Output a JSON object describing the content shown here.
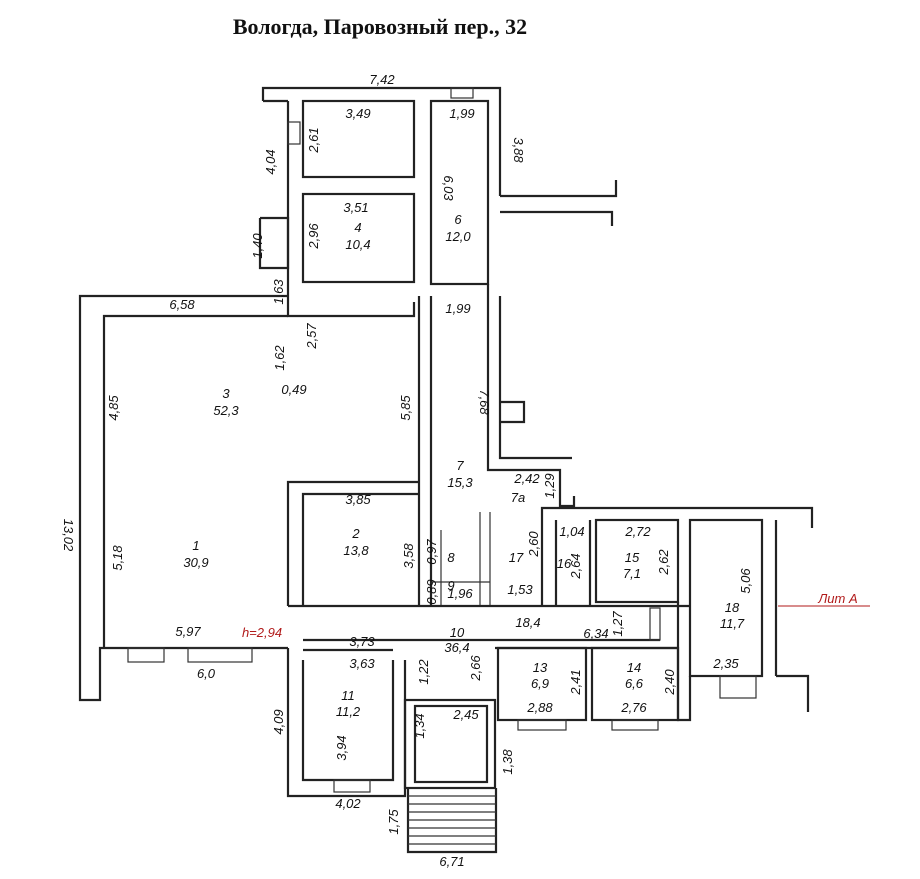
{
  "title": "Вологда, Паровозный пер., 32",
  "colors": {
    "lines": "#222222",
    "background": "#ffffff",
    "annotation": "#b11a1a"
  },
  "annotation": "Лит А",
  "height_note": "h=2,94",
  "rooms": [
    {
      "id": "1",
      "area": "30,9"
    },
    {
      "id": "2",
      "area": "13,8"
    },
    {
      "id": "3",
      "area": "52,3"
    },
    {
      "id": "4",
      "area": "10,4"
    },
    {
      "id": "6",
      "area": "12,0"
    },
    {
      "id": "7",
      "area": "15,3"
    },
    {
      "id": "7a",
      "area": ""
    },
    {
      "id": "8",
      "area": ""
    },
    {
      "id": "9",
      "area": ""
    },
    {
      "id": "10",
      "area": "36,4"
    },
    {
      "id": "11",
      "area": "11,2"
    },
    {
      "id": "13",
      "area": "6,9"
    },
    {
      "id": "14",
      "area": "6,6"
    },
    {
      "id": "15",
      "area": "7,1"
    },
    {
      "id": "16",
      "area": ""
    },
    {
      "id": "17",
      "area": ""
    },
    {
      "id": "18",
      "area": "11,7"
    }
  ],
  "dimensions": [
    "7,42",
    "3,49",
    "1,99",
    "2,61",
    "4,04",
    "3,88",
    "6,03",
    "3,51",
    "2,96",
    "1,40",
    "1,63",
    "6,58",
    "1,99",
    "2,57",
    "1,62",
    "0,49",
    "4,85",
    "5,85",
    "7,68",
    "13,02",
    "2,42",
    "1,29",
    "3,85",
    "5,18",
    "3,58",
    "0,97",
    "1,04",
    "2,72",
    "2,60",
    "2,64",
    "2,62",
    "0,89",
    "1,96",
    "1,53",
    "5,06",
    "5,97",
    "18,4",
    "6,34",
    "1,27",
    "6,0",
    "3,73",
    "3,63",
    "1,22",
    "2,66",
    "2,41",
    "2,40",
    "2,35",
    "4,09",
    "1,34",
    "2,45",
    "2,88",
    "2,76",
    "3,94",
    "1,38",
    "4,02",
    "1,75",
    "6,71"
  ]
}
